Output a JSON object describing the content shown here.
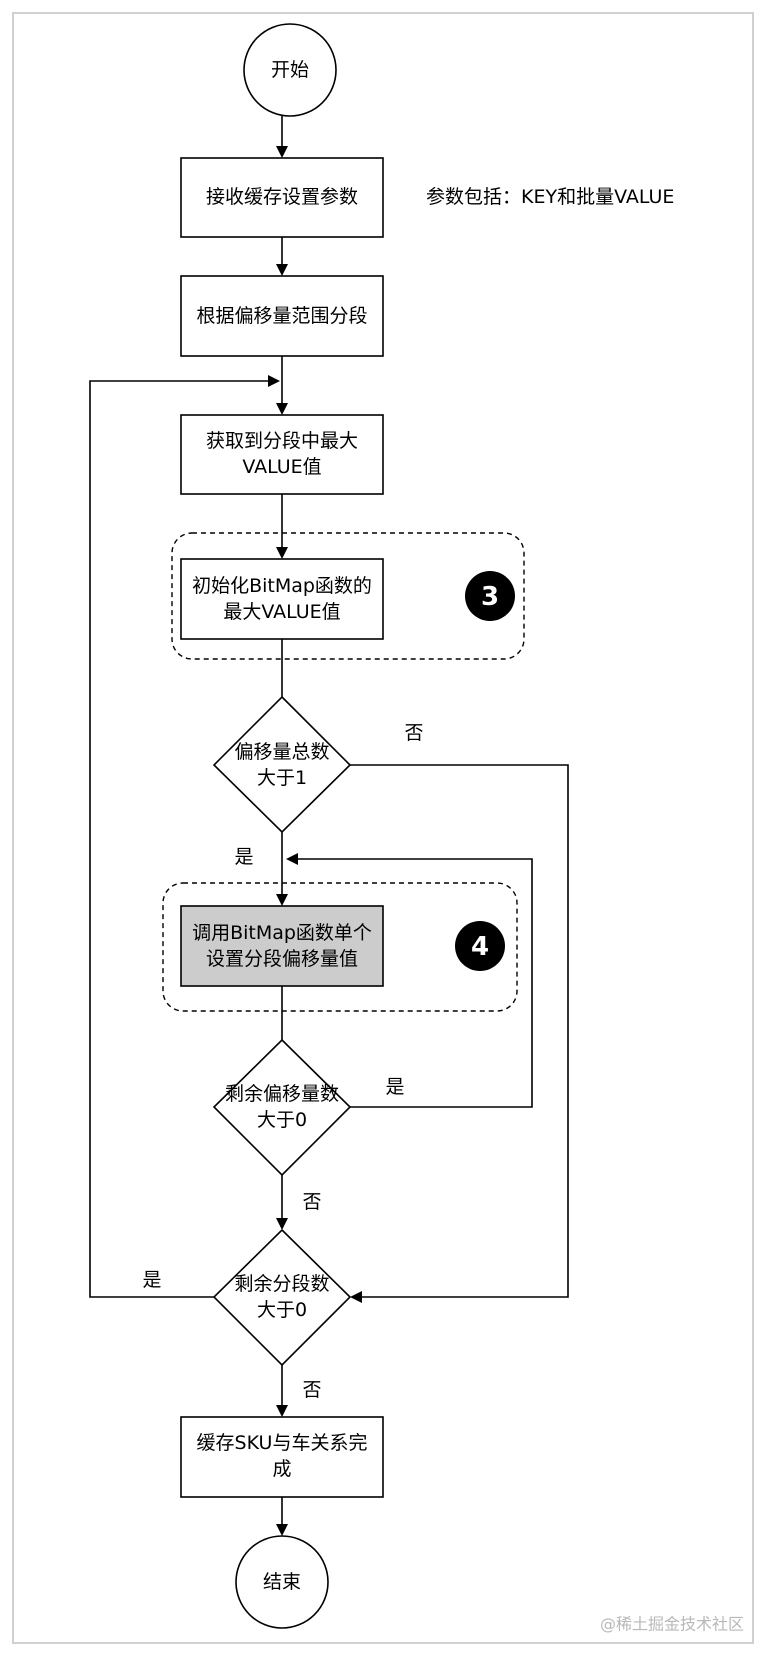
{
  "nodes": {
    "start": "开始",
    "receive_params": "接收缓存设置参数",
    "segment_by_range": "根据偏移量范围分段",
    "get_max_value": [
      "获取到分段中最大",
      "VALUE值"
    ],
    "init_bitmap": [
      "初始化BitMap函数的",
      "最大VALUE值"
    ],
    "offset_total_gt1": [
      "偏移量总数",
      "大于1"
    ],
    "set_offset": [
      "调用BitMap函数单个",
      "设置分段偏移量值"
    ],
    "remaining_offset_gt0": [
      "剩余偏移量数",
      "大于0"
    ],
    "remaining_segments_gt0": [
      "剩余分段数",
      "大于0"
    ],
    "cache_done": [
      "缓存SKU与车关系完",
      "成"
    ],
    "end": "结束"
  },
  "annotations": {
    "params_note": "参数包括：KEY和批量VALUE",
    "step3": "3",
    "step4": "4"
  },
  "edge_labels": {
    "offset_total_no": "否",
    "offset_total_yes": "是",
    "remaining_offset_yes": "是",
    "remaining_offset_no": "否",
    "remaining_segments_yes": "是",
    "remaining_segments_no": "否"
  },
  "watermark": "@稀土掘金技术社区"
}
